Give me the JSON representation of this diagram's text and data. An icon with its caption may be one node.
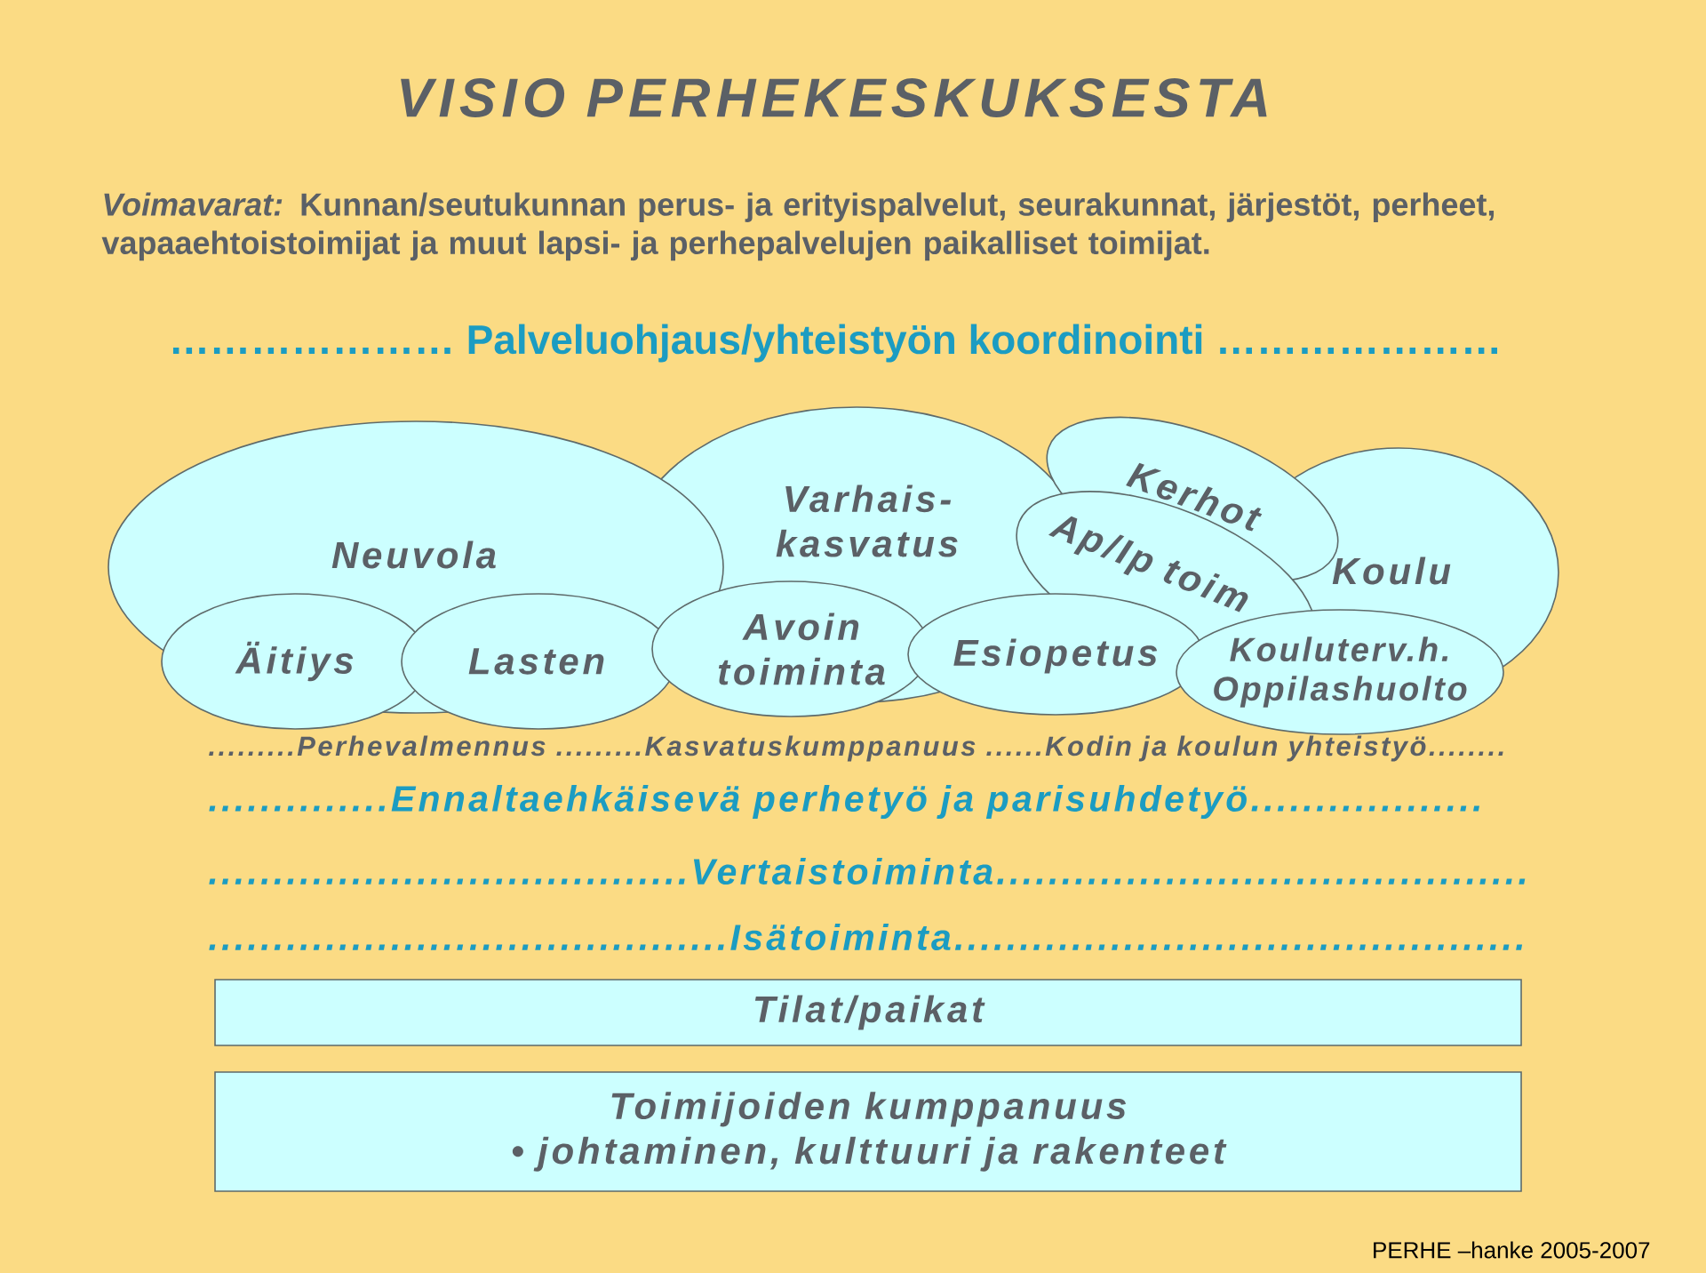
{
  "diagram": {
    "title": "VISIO PERHEKESKUKSESTA",
    "nodes": [
      {
        "text": [
          "Neuvola"
        ]
      },
      {
        "text": [
          "Varhais- kasvatus"
        ]
      },
      {
        "text": [
          "Kerhot"
        ]
      },
      {
        "text": [
          "Ap/Ip toim"
        ]
      },
      {
        "text": [
          "Koulu"
        ]
      },
      {
        "text": [
          "Äitiys"
        ]
      },
      {
        "text": [
          "Lasten"
        ]
      },
      {
        "text": [
          "Avoin toiminta"
        ]
      },
      {
        "text": [
          "Esiopetus"
        ]
      },
      {
        "text": [
          "Kouluterv.h.",
          "Oppilashuolto"
        ]
      },
      {
        "text": [
          "Tilat/paikat"
        ]
      },
      {
        "text": [
          "Toimijoiden kumppanuus",
          "• johtaminen, kulttuuri ja rakenteet"
        ]
      }
    ],
    "labels": [
      "*Voimavarat:* Kunnan/seutukunnan perus- ja erityispalvelut, seurakunnat, järjestöt, perheet, vapaaehtoistoimijat ja muut lapsi- ja perhepalvelujen paikalliset toimijat.",
      "………………… Palveluohjaus/yhteistyön koordinointi …………………",
      ".........Perhevalmennus .........Kasvatuskumppanuus ......Kodin ja koulun yhteistyö........",
      "..............Ennaltaehkäisevä perhetyö ja parisuhdetyö..................",
      ".....................................Vertaistoiminta.........................................",
      "........................................Isätoiminta............................................",
      "PERHE –hanke 2005-2007"
    ]
  }
}
